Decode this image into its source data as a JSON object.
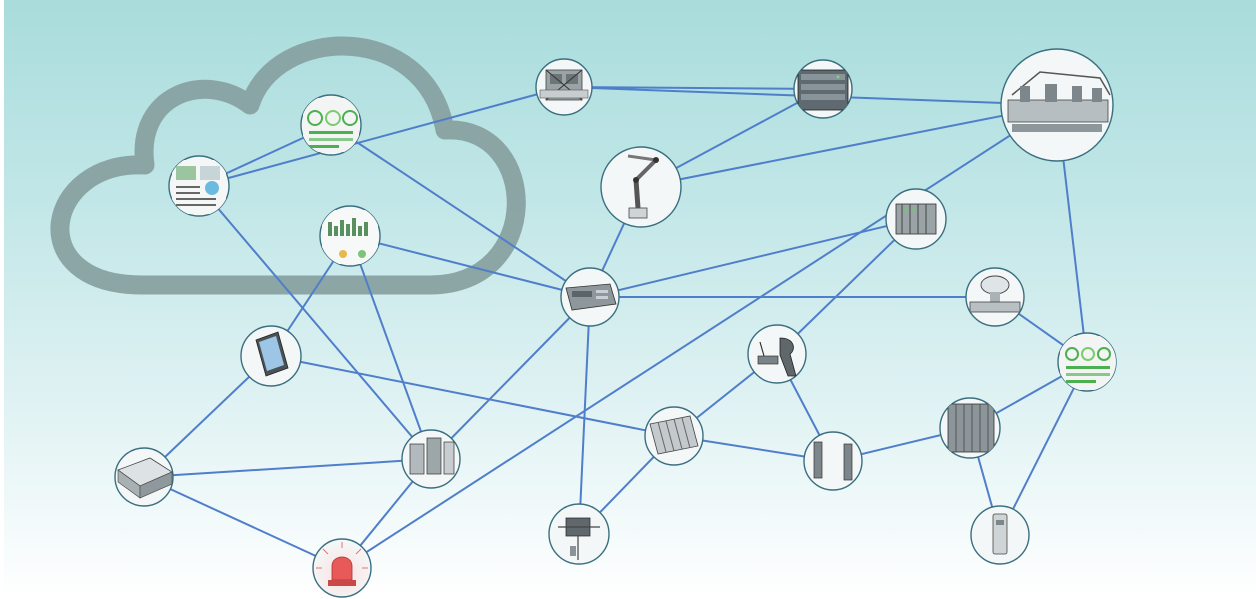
{
  "diagram": {
    "cloud": {
      "name": "cloud-outline",
      "color": "#879fa0"
    },
    "edge_color": "#4f7ecb",
    "node_border_color": "#3a6f80",
    "nodes": [
      {
        "id": "robot-cell-top",
        "icon": "robotic-cell-icon"
      },
      {
        "id": "control-cabinet",
        "icon": "control-cabinet-icon"
      },
      {
        "id": "production-line",
        "icon": "production-line-icon"
      },
      {
        "id": "dashboard-gauges-cloud",
        "icon": "dashboard-gauges-icon"
      },
      {
        "id": "analytics-dashboard-cloud",
        "icon": "analytics-dashboard-icon"
      },
      {
        "id": "bar-chart-dashboard-cloud",
        "icon": "bar-chart-dashboard-icon"
      },
      {
        "id": "robot-arm",
        "icon": "robot-arm-icon"
      },
      {
        "id": "io-module-rack",
        "icon": "io-module-icon"
      },
      {
        "id": "industrial-pc",
        "icon": "industrial-pc-icon"
      },
      {
        "id": "flow-meter",
        "icon": "flow-meter-icon"
      },
      {
        "id": "tablet-hmi",
        "icon": "tablet-icon"
      },
      {
        "id": "barcode-scanner",
        "icon": "barcode-scanner-icon"
      },
      {
        "id": "dashboard-gauges-right",
        "icon": "dashboard-gauges-icon"
      },
      {
        "id": "terminal-block-module",
        "icon": "terminal-block-icon"
      },
      {
        "id": "plc-rack",
        "icon": "plc-rack-icon"
      },
      {
        "id": "plc-controller",
        "icon": "plc-controller-icon"
      },
      {
        "id": "contactor-module",
        "icon": "contactor-icon"
      },
      {
        "id": "light-curtain-sensor",
        "icon": "light-curtain-icon"
      },
      {
        "id": "servo-drive",
        "icon": "servo-drive-icon"
      },
      {
        "id": "din-rail-module",
        "icon": "din-rail-module-icon"
      },
      {
        "id": "warning-beacon",
        "icon": "warning-beacon-icon",
        "accent": "#e05050"
      }
    ],
    "edges": [
      [
        "dashboard-gauges-cloud",
        "analytics-dashboard-cloud"
      ],
      [
        "analytics-dashboard-cloud",
        "robot-cell-top"
      ],
      [
        "analytics-dashboard-cloud",
        "contactor-module"
      ],
      [
        "dashboard-gauges-cloud",
        "industrial-pc"
      ],
      [
        "robot-cell-top",
        "control-cabinet"
      ],
      [
        "robot-cell-top",
        "production-line"
      ],
      [
        "control-cabinet",
        "robot-arm"
      ],
      [
        "production-line",
        "robot-arm"
      ],
      [
        "production-line",
        "warning-beacon"
      ],
      [
        "production-line",
        "dashboard-gauges-right"
      ],
      [
        "robot-arm",
        "industrial-pc"
      ],
      [
        "bar-chart-dashboard-cloud",
        "industrial-pc"
      ],
      [
        "bar-chart-dashboard-cloud",
        "tablet-hmi"
      ],
      [
        "bar-chart-dashboard-cloud",
        "contactor-module"
      ],
      [
        "industrial-pc",
        "io-module-rack"
      ],
      [
        "industrial-pc",
        "flow-meter"
      ],
      [
        "industrial-pc",
        "contactor-module"
      ],
      [
        "industrial-pc",
        "servo-drive"
      ],
      [
        "flow-meter",
        "dashboard-gauges-right"
      ],
      [
        "io-module-rack",
        "barcode-scanner"
      ],
      [
        "barcode-scanner",
        "terminal-block-module"
      ],
      [
        "barcode-scanner",
        "light-curtain-sensor"
      ],
      [
        "tablet-hmi",
        "terminal-block-module"
      ],
      [
        "tablet-hmi",
        "plc-controller"
      ],
      [
        "plc-controller",
        "contactor-module"
      ],
      [
        "plc-controller",
        "warning-beacon"
      ],
      [
        "contactor-module",
        "warning-beacon"
      ],
      [
        "terminal-block-module",
        "light-curtain-sensor"
      ],
      [
        "terminal-block-module",
        "servo-drive"
      ],
      [
        "light-curtain-sensor",
        "plc-rack"
      ],
      [
        "plc-rack",
        "dashboard-gauges-right"
      ],
      [
        "plc-rack",
        "din-rail-module"
      ],
      [
        "dashboard-gauges-right",
        "din-rail-module"
      ]
    ]
  }
}
